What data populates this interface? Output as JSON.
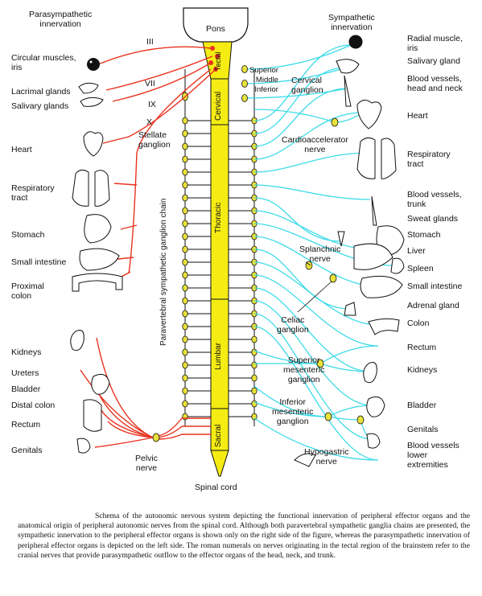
{
  "header": {
    "parasympathetic": "Parasympathetic\ninnervation",
    "sympathetic": "Sympathetic\ninnervation",
    "pons": "Pons",
    "spinal_cord": "Spinal cord"
  },
  "cord_segments": {
    "tectal": "Tectal",
    "cervical": "Cervical",
    "thoracic": "Thoracic",
    "lumbar": "Lumbar",
    "sacral": "Sacral"
  },
  "chain_label": "Paravertebral sympathetic ganglion chain",
  "cranial_numerals": [
    "III",
    "VII",
    "IX",
    "X"
  ],
  "left_organs": {
    "circular_muscles": "Circular muscles,\niris",
    "lacrimal": "Lacrimal glands",
    "salivary": "Salivary glands",
    "heart": "Heart",
    "respiratory": "Respiratory\ntract",
    "stomach": "Stomach",
    "small_intestine": "Small intestine",
    "proximal_colon": "Proximal\ncolon",
    "kidneys": "Kidneys",
    "ureters": "Ureters",
    "bladder": "Bladder",
    "distal_colon": "Distal colon",
    "rectum": "Rectum",
    "genitals": "Genitals"
  },
  "right_organs": {
    "radial_muscle": "Radial muscle,\niris",
    "salivary": "Salivary gland",
    "blood_head": "Blood vessels,\nhead and neck",
    "heart": "Heart",
    "respiratory": "Respiratory\ntract",
    "blood_trunk": "Blood vessels,\ntrunk",
    "sweat": "Sweat glands",
    "stomach": "Stomach",
    "liver": "Liver",
    "spleen": "Spleen",
    "small_intestine": "Small intestine",
    "adrenal": "Adrenal gland",
    "colon": "Colon",
    "rectum": "Rectum",
    "kidneys": "Kidneys",
    "bladder": "Bladder",
    "genitals": "Genitals",
    "blood_lower": "Blood vessels\nlower\nextremities"
  },
  "nerves": {
    "stellate": "Stellate\nganglion",
    "cervical_levels": "Superior\nMiddle\nInferior",
    "cervical_ganglion": "Cervical\nganglion",
    "cardioaccelerator": "Cardioaccelerator\nnerve",
    "splanchnic": "Splanchnic\nnerve",
    "celiac": "Celiac\nganglion",
    "sup_mesenteric": "Superior\nmesenteric\nganglion",
    "inf_mesenteric": "Inferior\nmesenteric\nganglion",
    "hypogastric": "Hypogastric\nnerve",
    "pelvic": "Pelvic\nnerve"
  },
  "caption": "Schema of the autonomic nervous system depicting the functional innervation of peripheral effector organs and the anatomical origin of peripheral autonomic nerves from the spinal cord. Although both paravertebral sympathetic ganglia chains are presented, the sympathetic innervation to the peripheral effector organs is shown only on the right side of the figure, whereas the parasympathetic innervation of peripheral effector organs is depicted on the left side. The roman numerals on nerves originating in the tectal region of the brainstem refer to the cranial nerves that provide parasympathetic outflow to the effector organs of the head, neck, and trunk.",
  "colors": {
    "parasympathetic": "#e8321e",
    "sympathetic": "#3ddbe8",
    "cord": "#f5ec14",
    "ganglion": "#e8e23a"
  }
}
